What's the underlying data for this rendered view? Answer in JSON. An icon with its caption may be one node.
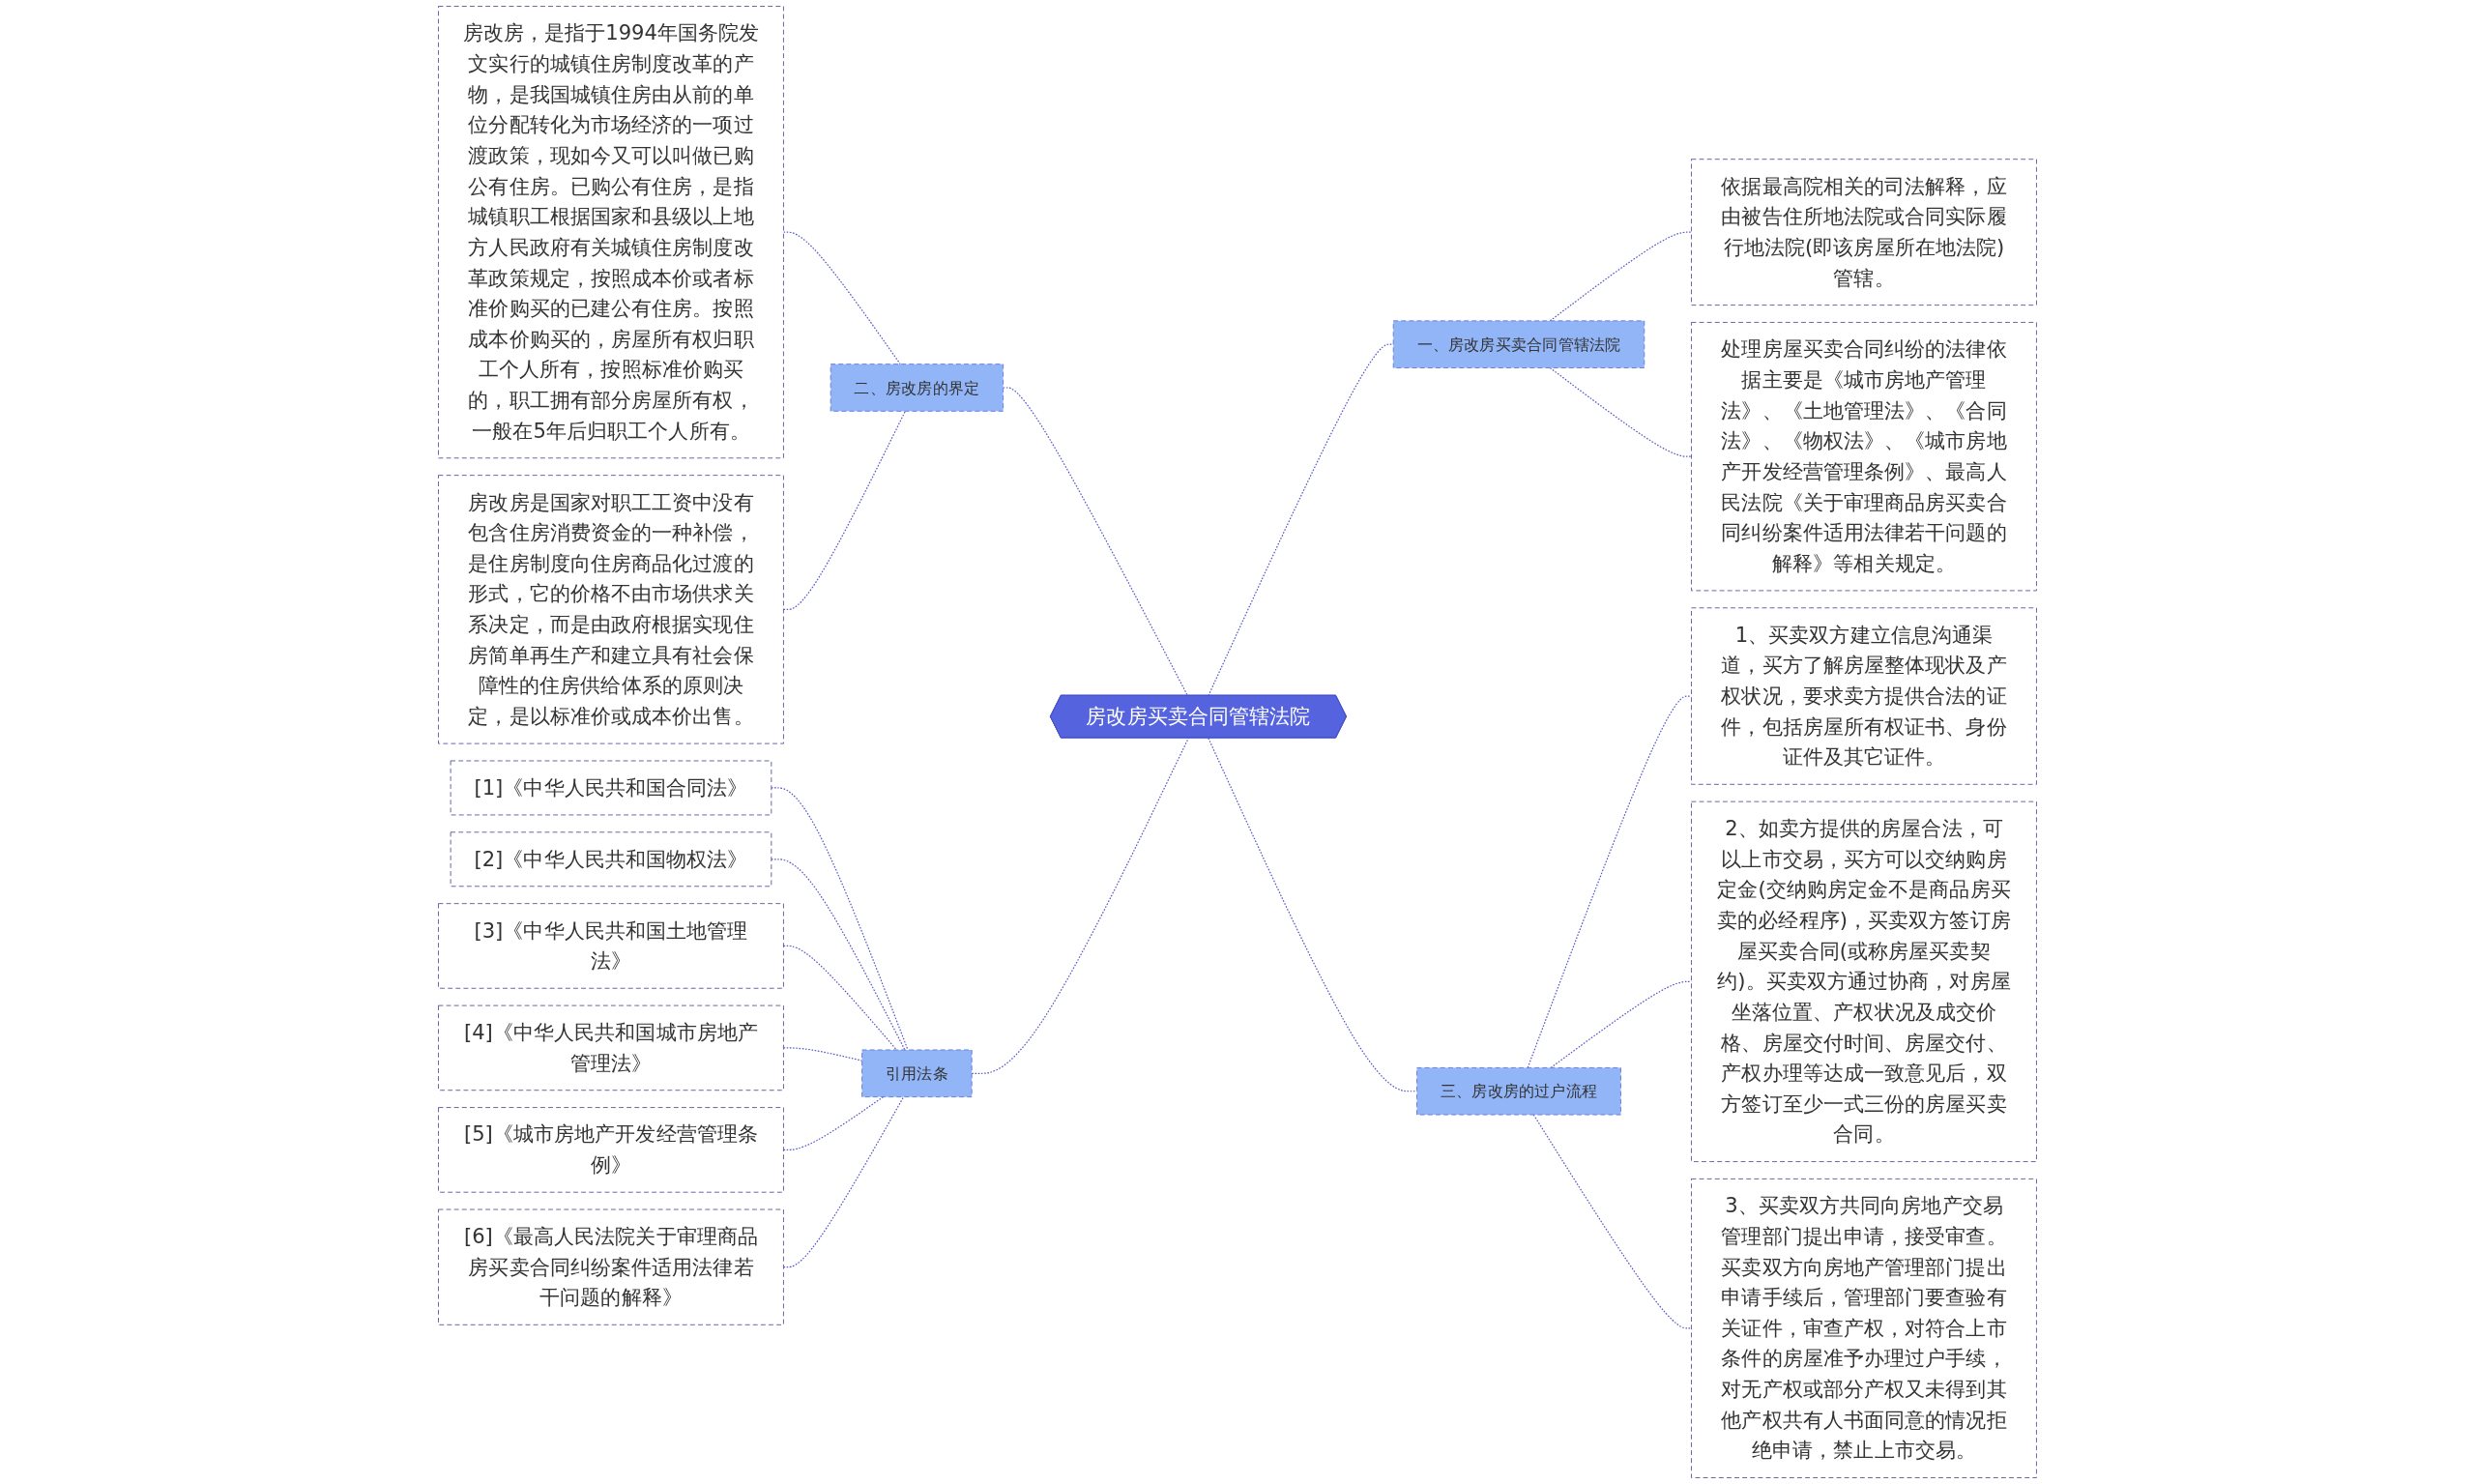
{
  "diagram": {
    "nodes": [
      {
        "text": [
          "房改房买卖合同管辖法院"
        ]
      },
      {
        "text": [
          "二、房改房的界定"
        ]
      },
      {
        "text": [
          "房改房，是指于1994年国务院发文实行的城镇住房制度改革的产物，是我国城镇住房由从前的单位分配转化为市场经济的一项过渡政策，现如今又可以叫做已购公有住房。已购公有住房，是指城镇职工根据国家和县级以上地方人民政府有关城镇住房制度改革政策规定，按照成本价或者标准价购买的已建公有住房。按照成本价购买的，房屋所有权归职工个人所有，按照标准价购买的，职工拥有部分房屋所有权，一般在5年后归职工个人所有。"
        ]
      },
      {
        "text": [
          "房改房是国家对职工工资中没有包含住房消费资金的一种补偿，是住房制度向住房商品化过渡的形式，它的价格不由市场供求关系决定，而是由政府根据实现住房简单再生产和建立具有社会保障性的住房供给体系的原则决定，是以标准价或成本价出售。"
        ]
      },
      {
        "text": [
          "引用法条"
        ]
      },
      {
        "text": [
          "[1]《中华人民共和国合同法》"
        ]
      },
      {
        "text": [
          "[2]《中华人民共和国物权法》"
        ]
      },
      {
        "text": [
          "[3]《中华人民共和国土地管理法》"
        ]
      },
      {
        "text": [
          "[4]《中华人民共和国城市房地产管理法》"
        ]
      },
      {
        "text": [
          "[5]《城市房地产开发经营管理条例》"
        ]
      },
      {
        "text": [
          "[6]《最高人民法院关于审理商品房买卖合同纠纷案件适用法律若干问题的解释》"
        ]
      },
      {
        "text": [
          "一、房改房买卖合同管辖法院"
        ]
      },
      {
        "text": [
          "依据最高院相关的司法解释，应由被告住所地法院或合同实际履行地法院(即该房屋所在地法院)管辖。"
        ]
      },
      {
        "text": [
          "处理房屋买卖合同纠纷的法律依据主要是《城市房地产管理法》、《土地管理法》、《合同法》、《物权法》、《城市房地产开发经营管理条例》、最高人民法院《关于审理商品房买卖合同纠纷案件适用法律若干问题的解释》等相关规定。"
        ]
      },
      {
        "text": [
          "三、房改房的过户流程"
        ]
      },
      {
        "text": [
          "1、买卖双方建立信息沟通渠道，买方了解房屋整体现状及产权状况，要求卖方提供合法的证件，包括房屋所有权证书、身份证件及其它证件。"
        ]
      },
      {
        "text": [
          "2、如卖方提供的房屋合法，可以上市交易，买方可以交纳购房定金(交纳购房定金不是商品房买卖的必经程序)，买卖双方签订房屋买卖合同(或称房屋买卖契约)。买卖双方通过协商，对房屋坐落位置、产权状况及成交价格、房屋交付时间、房屋交付、产权办理等达成一致意见后，双方签订至少一式三份的房屋买卖合同。"
        ]
      },
      {
        "text": [
          "3、买卖双方共同向房地产交易管理部门提出申请，接受审查。买卖双方向房地产管理部门提出申请手续后，管理部门要查验有关证件，审查产权，对符合上市条件的房屋准予办理过户手续，对无产权或部分产权又未得到其他产权共有人书面同意的情况拒绝申请，禁止上市交易。"
        ]
      }
    ],
    "edges": [
      {
        "from": 2,
        "to": 1,
        "arrow": "none",
        "style": "dashed"
      },
      {
        "from": 3,
        "to": 1,
        "arrow": "none",
        "style": "dashed"
      },
      {
        "from": 1,
        "to": 0,
        "arrow": "none",
        "style": "dashed"
      },
      {
        "from": 5,
        "to": 4,
        "arrow": "none",
        "style": "dashed"
      },
      {
        "from": 6,
        "to": 4,
        "arrow": "none",
        "style": "dashed"
      },
      {
        "from": 7,
        "to": 4,
        "arrow": "none",
        "style": "dashed"
      },
      {
        "from": 8,
        "to": 4,
        "arrow": "none",
        "style": "dashed"
      },
      {
        "from": 9,
        "to": 4,
        "arrow": "none",
        "style": "dashed"
      },
      {
        "from": 10,
        "to": 4,
        "arrow": "none",
        "style": "dashed"
      },
      {
        "from": 4,
        "to": 0,
        "arrow": "none",
        "style": "dashed"
      },
      {
        "from": 0,
        "to": 11,
        "arrow": "none",
        "style": "dashed"
      },
      {
        "from": 11,
        "to": 12,
        "arrow": "none",
        "style": "dashed"
      },
      {
        "from": 11,
        "to": 13,
        "arrow": "none",
        "style": "dashed"
      },
      {
        "from": 0,
        "to": 14,
        "arrow": "none",
        "style": "dashed"
      },
      {
        "from": 14,
        "to": 15,
        "arrow": "none",
        "style": "dashed"
      },
      {
        "from": 14,
        "to": 16,
        "arrow": "none",
        "style": "dashed"
      },
      {
        "from": 14,
        "to": 17,
        "arrow": "none",
        "style": "dashed"
      }
    ]
  }
}
